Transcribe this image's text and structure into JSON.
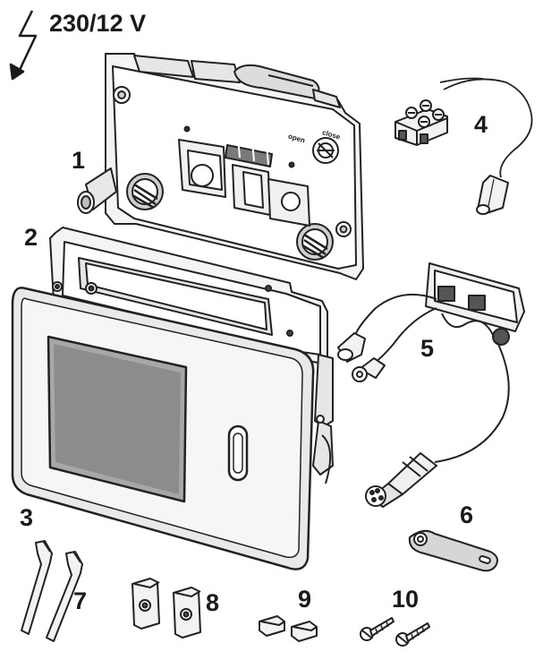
{
  "header": {
    "voltage": "230/12 V"
  },
  "parts": [
    {
      "number": "1"
    },
    {
      "number": "2"
    },
    {
      "number": "3"
    },
    {
      "number": "4"
    },
    {
      "number": "5"
    },
    {
      "number": "6"
    },
    {
      "number": "7"
    },
    {
      "number": "8"
    },
    {
      "number": "9"
    },
    {
      "number": "10"
    }
  ],
  "frame_markings": {
    "open": "open",
    "close": "close"
  },
  "icons": {
    "electric": "lightning-bolt-icon"
  },
  "colors": {
    "line": "#222222",
    "fill_light": "#f2f2f2",
    "fill_mid": "#d6d6d6",
    "fill_dark": "#8a8a8a"
  }
}
